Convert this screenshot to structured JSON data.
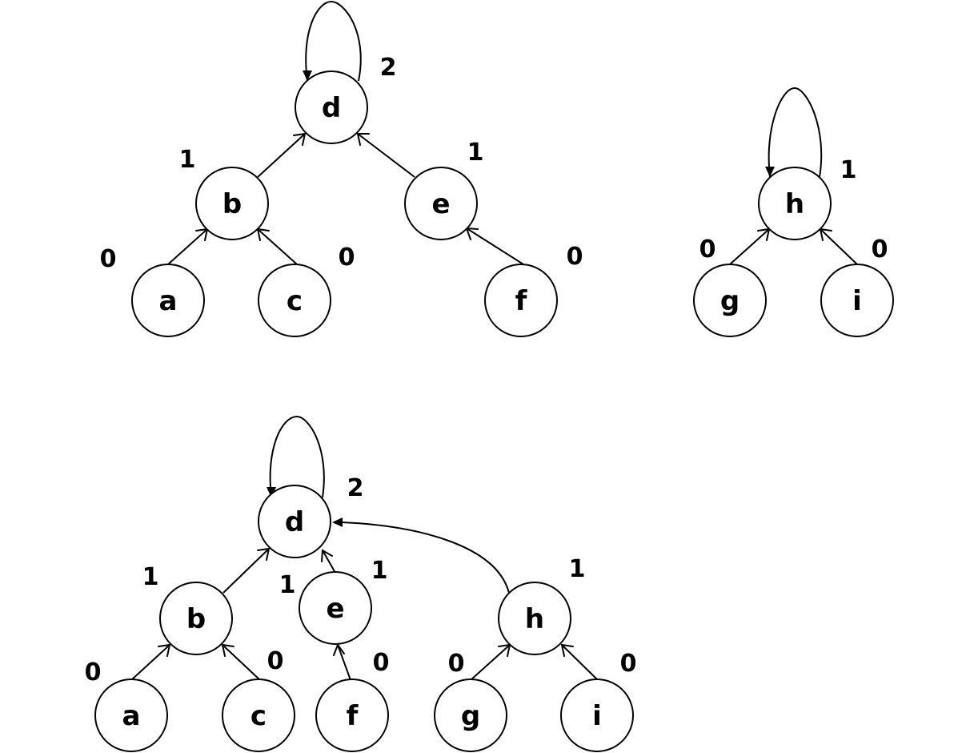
{
  "diagram": {
    "forest": {
      "nodes": [
        {
          "id": "d",
          "label": "d"
        },
        {
          "id": "b",
          "label": "b"
        },
        {
          "id": "e",
          "label": "e"
        },
        {
          "id": "a",
          "label": "a"
        },
        {
          "id": "c",
          "label": "c"
        },
        {
          "id": "f",
          "label": "f"
        },
        {
          "id": "h",
          "label": "h"
        },
        {
          "id": "g",
          "label": "g"
        },
        {
          "id": "i",
          "label": "i"
        }
      ],
      "ranks": [
        {
          "node": "d",
          "value": "2"
        },
        {
          "node": "b",
          "value": "1"
        },
        {
          "node": "e",
          "value": "1"
        },
        {
          "node": "a",
          "value": "0"
        },
        {
          "node": "c",
          "value": "0"
        },
        {
          "node": "f",
          "value": "0"
        },
        {
          "node": "h",
          "value": "1"
        },
        {
          "node": "g",
          "value": "0"
        },
        {
          "node": "i",
          "value": "0"
        }
      ],
      "edges": [
        {
          "from": "b",
          "to": "d"
        },
        {
          "from": "e",
          "to": "d"
        },
        {
          "from": "a",
          "to": "b"
        },
        {
          "from": "c",
          "to": "b"
        },
        {
          "from": "f",
          "to": "e"
        },
        {
          "from": "g",
          "to": "h"
        },
        {
          "from": "i",
          "to": "h"
        },
        {
          "from": "d",
          "to": "d"
        },
        {
          "from": "h",
          "to": "h"
        }
      ]
    },
    "union": {
      "nodes": [
        {
          "id": "d",
          "label": "d"
        },
        {
          "id": "b",
          "label": "b"
        },
        {
          "id": "e",
          "label": "e"
        },
        {
          "id": "h",
          "label": "h"
        },
        {
          "id": "a",
          "label": "a"
        },
        {
          "id": "c",
          "label": "c"
        },
        {
          "id": "f",
          "label": "f"
        },
        {
          "id": "g",
          "label": "g"
        },
        {
          "id": "i",
          "label": "i"
        }
      ],
      "ranks": [
        {
          "node": "d",
          "value": "2"
        },
        {
          "node": "b",
          "value": "1"
        },
        {
          "node": "e",
          "value": "1"
        },
        {
          "node": "e",
          "value": "1"
        },
        {
          "node": "h",
          "value": "1"
        },
        {
          "node": "a",
          "value": "0"
        },
        {
          "node": "c",
          "value": "0"
        },
        {
          "node": "f",
          "value": "0"
        },
        {
          "node": "g",
          "value": "0"
        },
        {
          "node": "i",
          "value": "0"
        }
      ],
      "edges": [
        {
          "from": "b",
          "to": "d"
        },
        {
          "from": "e",
          "to": "d"
        },
        {
          "from": "h",
          "to": "d"
        },
        {
          "from": "a",
          "to": "b"
        },
        {
          "from": "c",
          "to": "b"
        },
        {
          "from": "f",
          "to": "e"
        },
        {
          "from": "g",
          "to": "h"
        },
        {
          "from": "i",
          "to": "h"
        },
        {
          "from": "d",
          "to": "d"
        }
      ]
    }
  }
}
